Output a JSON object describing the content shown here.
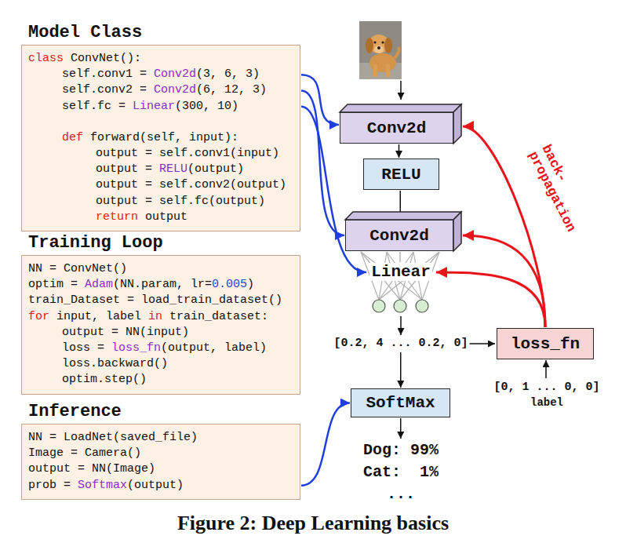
{
  "diagram": {
    "caption": "Figure 2: Deep Learning basics",
    "nodes": [
      {
        "text": [
          "Model Class",
          "class ConvNet():",
          "self.conv1 = Conv2d(3, 6, 3)",
          "self.conv2 = Conv2d(6, 12, 3)",
          "self.fc = Linear(300, 10)",
          "def forward(self, input):",
          "output = self.conv1(input)",
          "output = RELU(output)",
          "output = self.conv2(output)",
          "output = self.fc(output)",
          "return output"
        ]
      },
      {
        "text": [
          "Training Loop",
          "NN = ConvNet()",
          "optim = Adam(NN.param, lr=0.005)",
          "train_Dataset = load_train_dataset()",
          "for input, label in train_dataset:",
          "output = NN(input)",
          "loss = loss_fn(output, label)",
          "loss.backward()",
          "optim.step()"
        ]
      },
      {
        "text": [
          "Inference",
          "NN = LoadNet(saved_file)",
          "Image = Camera()",
          "output = NN(Image)",
          "prob = Softmax(output)"
        ]
      },
      {
        "text": [
          "Conv2d"
        ]
      },
      {
        "text": [
          "RELU"
        ]
      },
      {
        "text": [
          "Conv2d"
        ]
      },
      {
        "text": [
          "Linear"
        ]
      },
      {
        "text": [
          "[0.2, 4 ... 0.2, 0]"
        ]
      },
      {
        "text": [
          "loss_fn"
        ]
      },
      {
        "text": [
          "[0, 1 ... 0, 0]",
          "label"
        ]
      },
      {
        "text": [
          "SoftMax"
        ]
      },
      {
        "text": [
          "Dog: 99%",
          "Cat:  1%",
          "..."
        ]
      }
    ],
    "edges": [
      {
        "from": 0,
        "to": 3,
        "arrow": "to"
      },
      {
        "from": 0,
        "to": 5,
        "arrow": "to"
      },
      {
        "from": 0,
        "to": 6,
        "arrow": "to"
      },
      {
        "from": 2,
        "to": 10,
        "arrow": "to"
      },
      {
        "from": 3,
        "to": 4,
        "arrow": "to"
      },
      {
        "from": 4,
        "to": 5,
        "arrow": "to"
      },
      {
        "from": 5,
        "to": 6,
        "arrow": "none"
      },
      {
        "from": 6,
        "to": 7,
        "arrow": "to"
      },
      {
        "from": 7,
        "to": 8,
        "arrow": "to"
      },
      {
        "from": 7,
        "to": 10,
        "arrow": "to"
      },
      {
        "from": 10,
        "to": 11,
        "arrow": "to"
      },
      {
        "from": 9,
        "to": 8,
        "arrow": "to"
      },
      {
        "from": 8,
        "to": 6,
        "arrow": "to"
      },
      {
        "from": 8,
        "to": 5,
        "arrow": "to"
      },
      {
        "from": 8,
        "to": 3,
        "label": "back-propagation",
        "arrow": "to"
      }
    ]
  }
}
